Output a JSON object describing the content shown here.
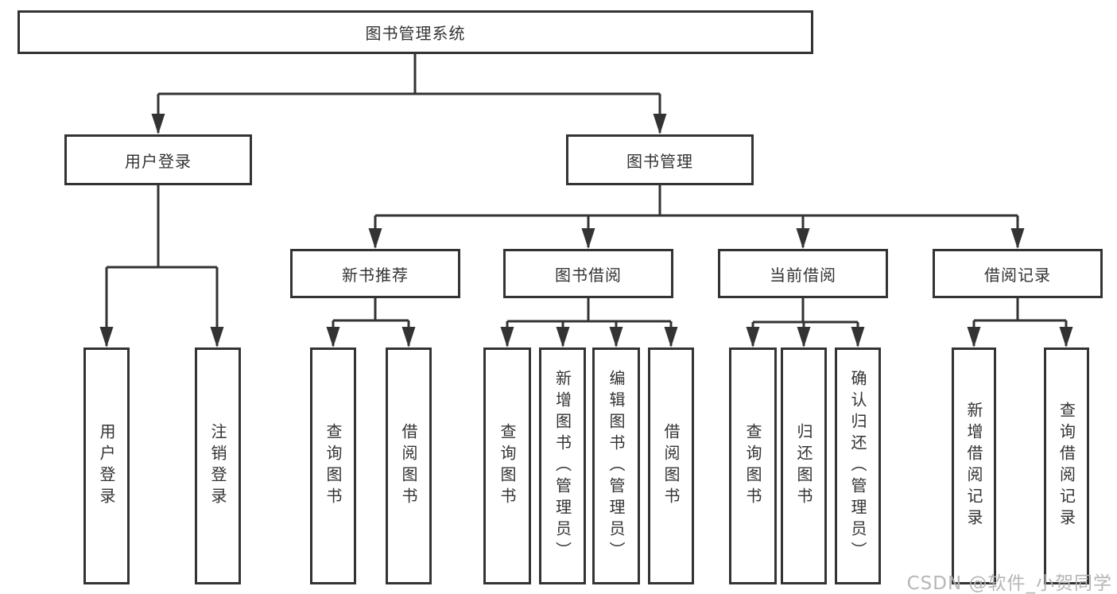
{
  "title": "图书管理系统",
  "level2": {
    "login": "用户登录",
    "manage": "图书管理"
  },
  "level3": {
    "newbook": "新书推荐",
    "borrow": "图书借阅",
    "current": "当前借阅",
    "record": "借阅记录"
  },
  "leaves": {
    "login": [
      "用户登录",
      "注销登录"
    ],
    "newbook": [
      "查询图书",
      "借阅图书"
    ],
    "borrow": [
      "查询图书",
      "新增图书（管理员）",
      "编辑图书（管理员）",
      "借阅图书"
    ],
    "current": [
      "查询图书",
      "归还图书",
      "确认归还（管理员）"
    ],
    "record": [
      "新增借阅记录",
      "查询借阅记录"
    ]
  },
  "watermark": "CSDN @软件_小贺同学",
  "colors": {
    "line": "#333333",
    "box_border": "#333333",
    "text": "#333333",
    "background": "#ffffff",
    "watermark": "#b2b2b2"
  }
}
